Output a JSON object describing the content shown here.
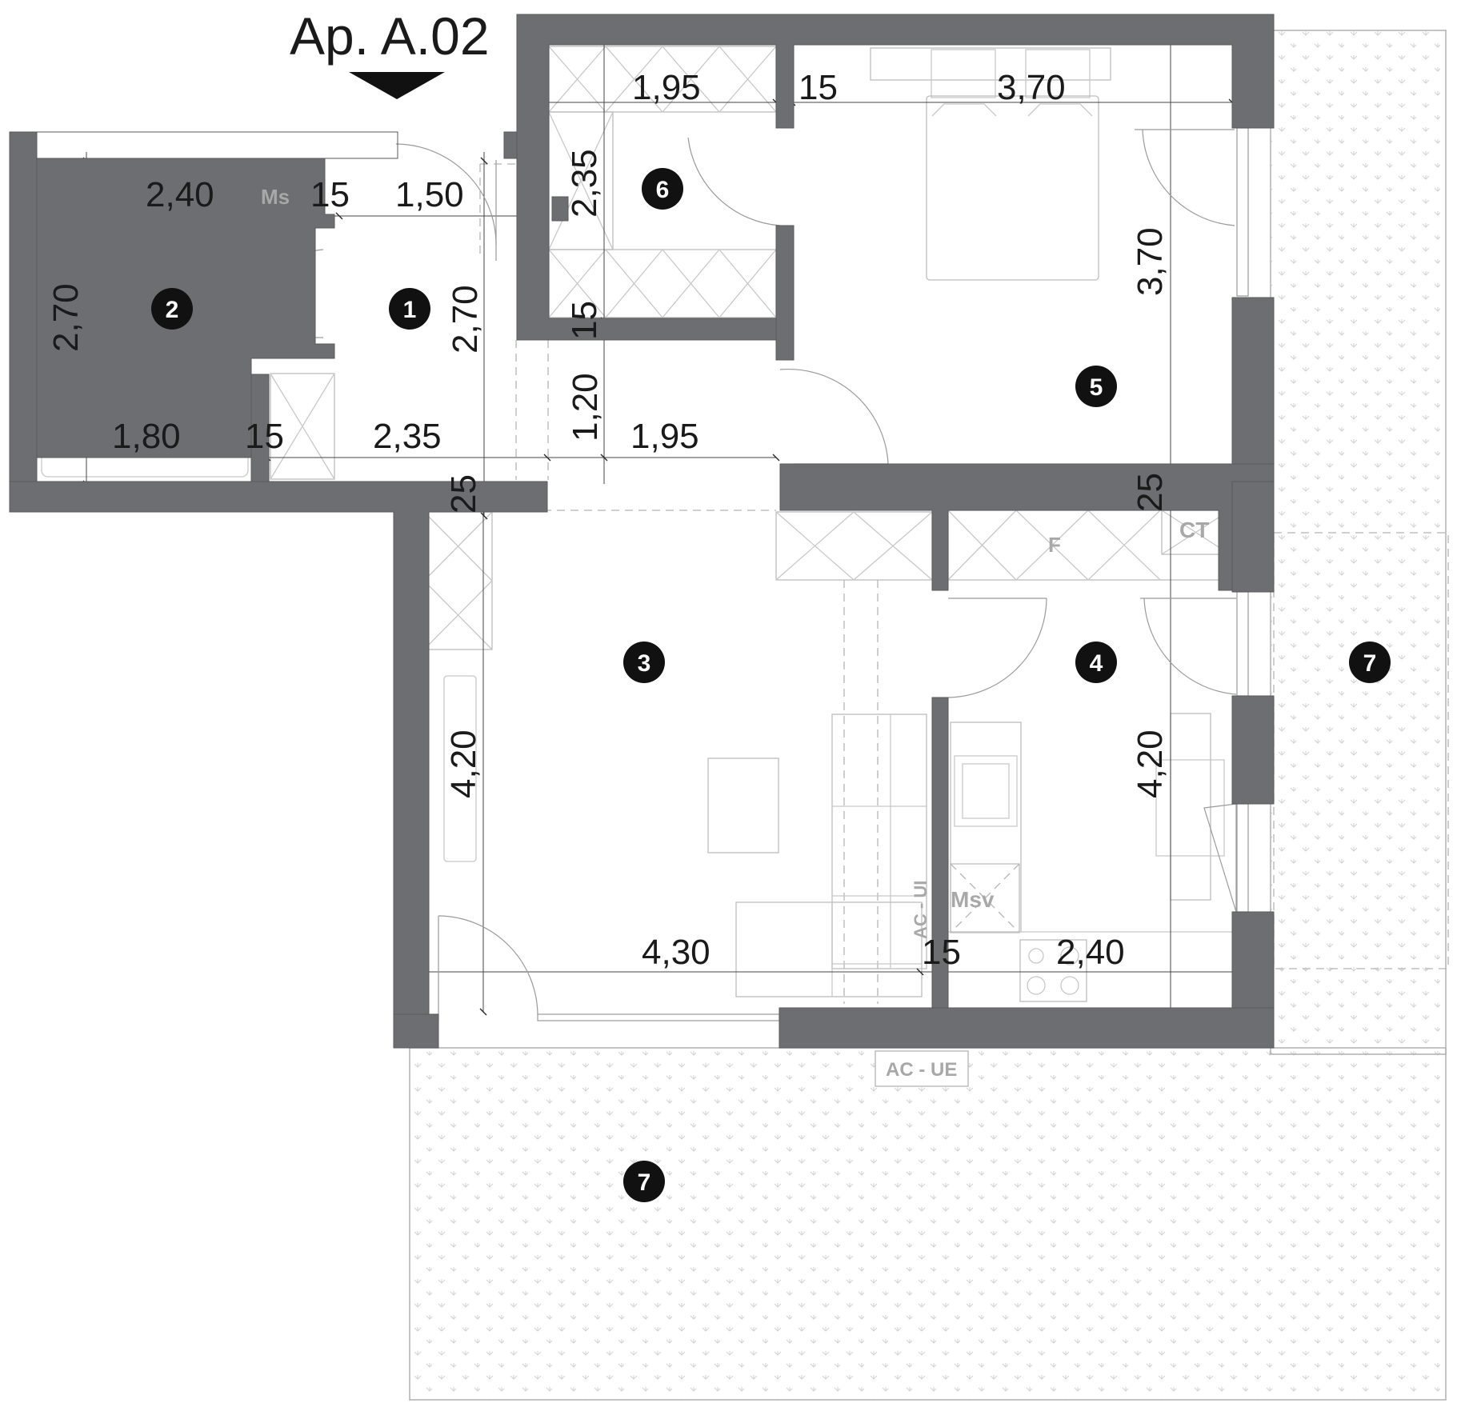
{
  "title": "Ap. A.02",
  "rooms": [
    "1",
    "2",
    "3",
    "4",
    "5",
    "6",
    "7",
    "7"
  ],
  "dimensions": [
    "2,40",
    "15",
    "1,50",
    "2,70",
    "2,70",
    "1,80",
    "15",
    "2,35",
    "1,95",
    "15",
    "3,70",
    "2,35",
    "15",
    "3,70",
    "1,20",
    "1,95",
    "25",
    "25",
    "4,20",
    "4,20",
    "4,30",
    "15",
    "2,40"
  ],
  "labels": {
    "ms": "Ms",
    "f": "F",
    "ct": "CT",
    "msv": "Msv",
    "ac_ui": "AC - UI",
    "ac_ue": "AC - UE"
  },
  "colors": {
    "wall": "#6d6e71",
    "badge": "#111111",
    "furniture": "#c8c8c8"
  }
}
